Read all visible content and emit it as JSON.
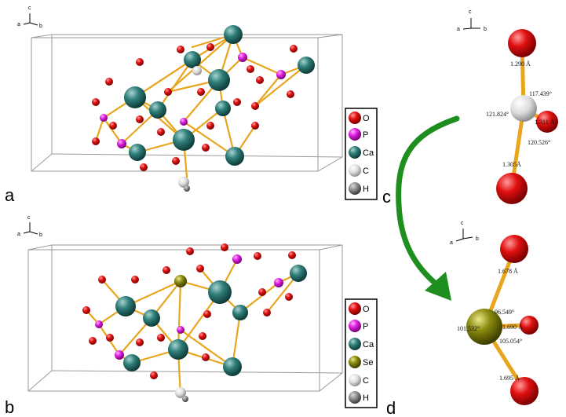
{
  "panels": {
    "a": {
      "letter": "a"
    },
    "b": {
      "letter": "b"
    },
    "c": {
      "letter": "c"
    },
    "d": {
      "letter": "d"
    }
  },
  "axes": {
    "a": "a",
    "b": "b",
    "c": "c"
  },
  "legend_a": [
    {
      "label": "O",
      "color": "#e01010"
    },
    {
      "label": "P",
      "color": "#e020e0"
    },
    {
      "label": "Ca",
      "color": "#2f7f7a"
    },
    {
      "label": "C",
      "color": "#e6e6e6"
    },
    {
      "label": "H",
      "color": "#8a8a8a"
    }
  ],
  "legend_b": [
    {
      "label": "O",
      "color": "#e01010"
    },
    {
      "label": "P",
      "color": "#e020e0"
    },
    {
      "label": "Ca",
      "color": "#2f7f7a"
    },
    {
      "label": "Se",
      "color": "#8a8a10"
    },
    {
      "label": "C",
      "color": "#e6e6e6"
    },
    {
      "label": "H",
      "color": "#8a8a8a"
    }
  ],
  "carbonate": {
    "bond_top": "1.290 Å",
    "angle_top_right": "117.439°",
    "angle_left": "121.824°",
    "bond_right": "1.311 Å",
    "angle_bottom_right": "120.526°",
    "bond_bottom": "1.305Å"
  },
  "selenite": {
    "bond_top": "1.678 Å",
    "angle_top": "96.549°",
    "angle_left": "101.532°",
    "bond_right": "1.690 Å",
    "angle_bottom": "105.054°",
    "bond_bottom": "1.695 Å"
  },
  "colors": {
    "oxygen": "#e01010",
    "phosphorus": "#e020e0",
    "calcium": "#2f7f7a",
    "selenium": "#8a8a10",
    "carbon": "#e6e6e6",
    "hydrogen": "#8a8a8a",
    "bond": "#e8a51d",
    "arrow": "#1e8f1e"
  }
}
